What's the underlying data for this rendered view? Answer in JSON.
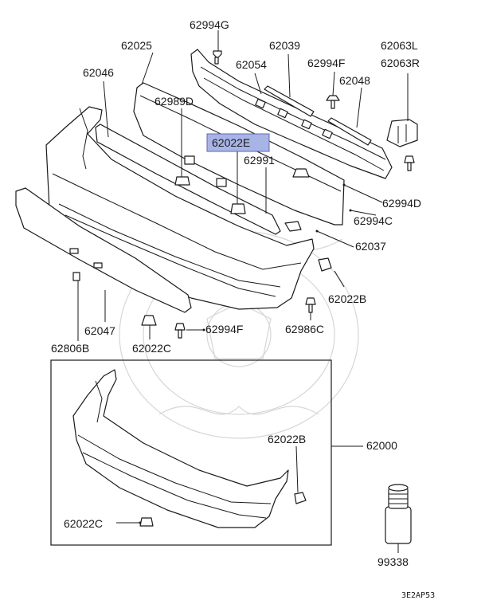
{
  "diagram": {
    "highlight_color": "#a9b4e6",
    "line_color": "#1a1a1a",
    "highlighted_part": "62022E",
    "reference_code": "3E2AP53",
    "labels": {
      "p62994G": "62994G",
      "p62025": "62025",
      "p62039": "62039",
      "p62063L": "62063L",
      "p62063R": "62063R",
      "p62046": "62046",
      "p62054": "62054",
      "p62994F_top": "62994F",
      "p62048": "62048",
      "p62989D": "62989D",
      "p62022E": "62022E",
      "p62991": "62991",
      "p62994D": "62994D",
      "p62994C": "62994C",
      "p62037": "62037",
      "p62022B_top": "62022B",
      "p62986C": "62986C",
      "p62047": "62047",
      "p62994F_bottom": "62994F",
      "p62806B": "62806B",
      "p62022C_top": "62022C",
      "p62022B_box": "62022B",
      "p62000": "62000",
      "p62022C_box": "62022C",
      "p99338": "99338"
    }
  }
}
